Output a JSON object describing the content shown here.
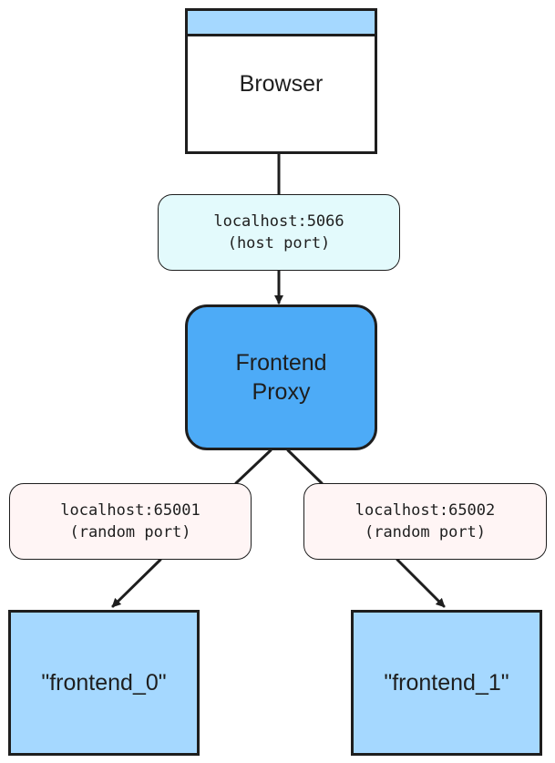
{
  "nodes": {
    "browser": {
      "label": "Browser"
    },
    "host_port": {
      "line1": "localhost:5066",
      "line2": "(host port)"
    },
    "proxy": {
      "line1": "Frontend",
      "line2": "Proxy"
    },
    "port_left": {
      "line1": "localhost:65001",
      "line2": "(random port)"
    },
    "port_right": {
      "line1": "localhost:65002",
      "line2": "(random port)"
    },
    "frontend_0": {
      "label": "\"frontend_0\""
    },
    "frontend_1": {
      "label": "\"frontend_1\""
    }
  },
  "colors": {
    "browser_bar": "#a5d8ff",
    "host_port_bg": "#e3fafc",
    "proxy_bg": "#4dabf7",
    "random_port_bg": "#fff5f5",
    "frontend_bg": "#a5d8ff",
    "stroke": "#1e1e1e"
  }
}
